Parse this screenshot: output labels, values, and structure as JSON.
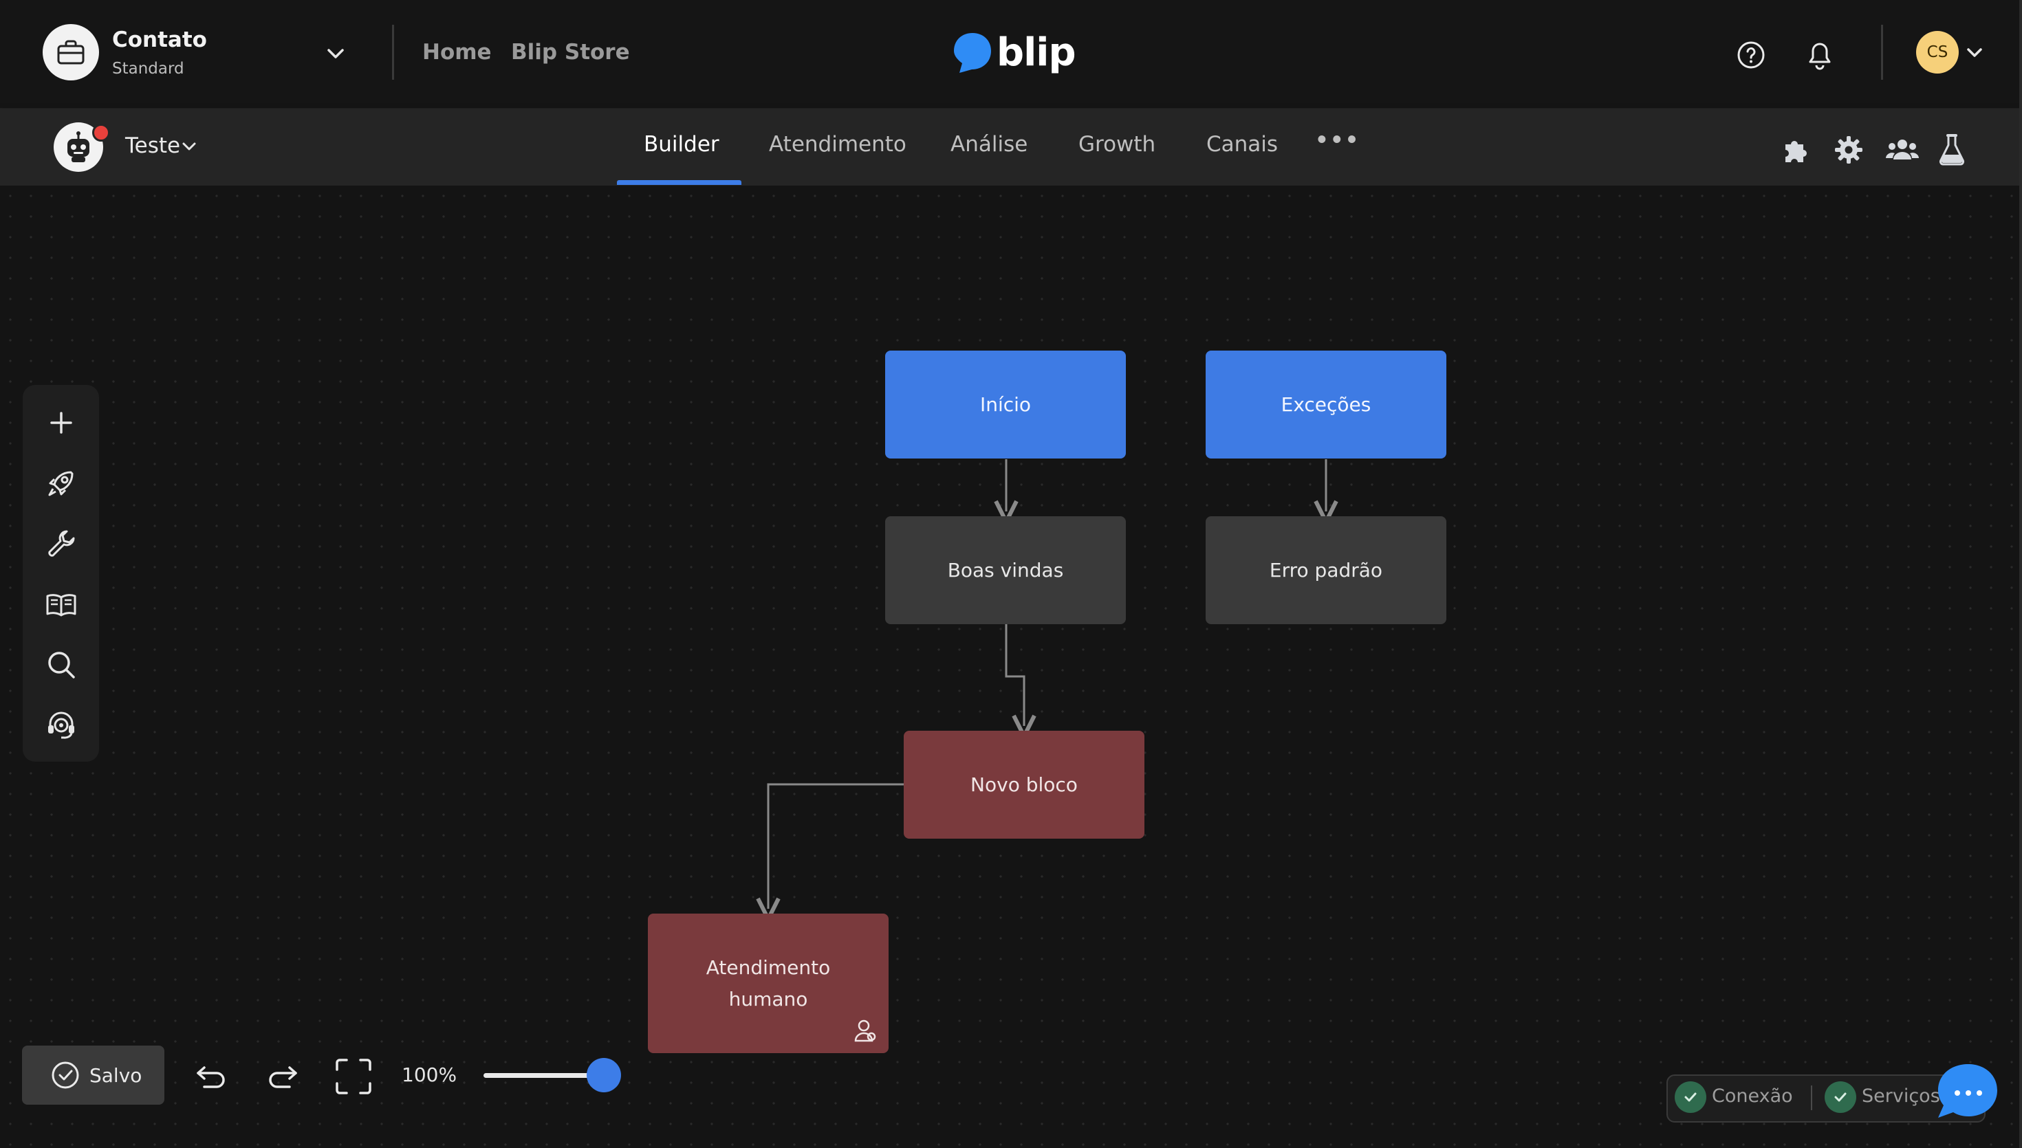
{
  "header": {
    "account_name": "Contato",
    "account_plan": "Standard",
    "links": [
      "Home",
      "Blip Store"
    ],
    "logo_text": "blip",
    "user_initials": "CS"
  },
  "subbar": {
    "bot_name": "Teste",
    "tabs": [
      "Builder",
      "Atendimento",
      "Análise",
      "Growth",
      "Canais"
    ],
    "more_label": "•••",
    "active_tab": "Builder"
  },
  "toolbar_icons": [
    "plus-icon",
    "rocket-icon",
    "wrench-icon",
    "book-icon",
    "search-icon",
    "support-icon"
  ],
  "flow": {
    "nodes": {
      "inicio": "Início",
      "excecoes": "Exceções",
      "boas_vindas": "Boas vindas",
      "erro_padrao": "Erro padrão",
      "novo_bloco": "Novo bloco",
      "atendimento_humano_line1": "Atendimento",
      "atendimento_humano_line2": "humano"
    }
  },
  "bottom": {
    "save_label": "Salvo",
    "zoom": "100%",
    "zoom_fraction": 1.0
  },
  "status": {
    "items": [
      "Conexão",
      "Serviços"
    ]
  },
  "colors": {
    "accent": "#3e7be4",
    "node_grey": "#3a3a3a",
    "node_red": "#7a3a3d",
    "ok": "#2f6b4e"
  }
}
